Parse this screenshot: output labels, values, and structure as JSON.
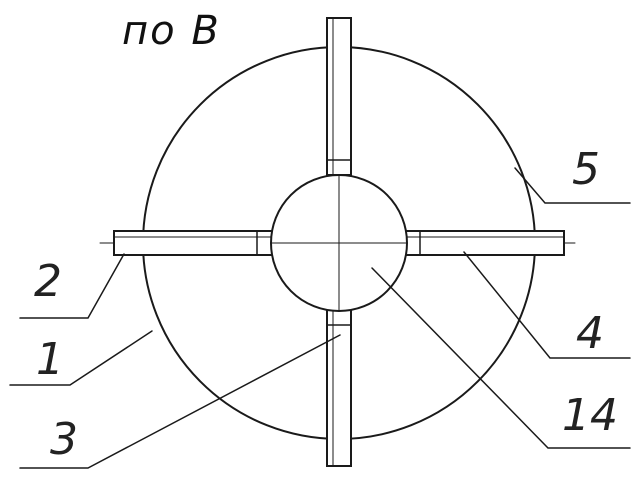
{
  "view": {
    "title": "по В"
  },
  "callouts": [
    {
      "label": "5"
    },
    {
      "label": "2"
    },
    {
      "label": "4"
    },
    {
      "label": "1"
    },
    {
      "label": "3"
    },
    {
      "label": "14"
    }
  ],
  "colors": {
    "line": "#1a1a1a",
    "background": "#ffffff"
  }
}
